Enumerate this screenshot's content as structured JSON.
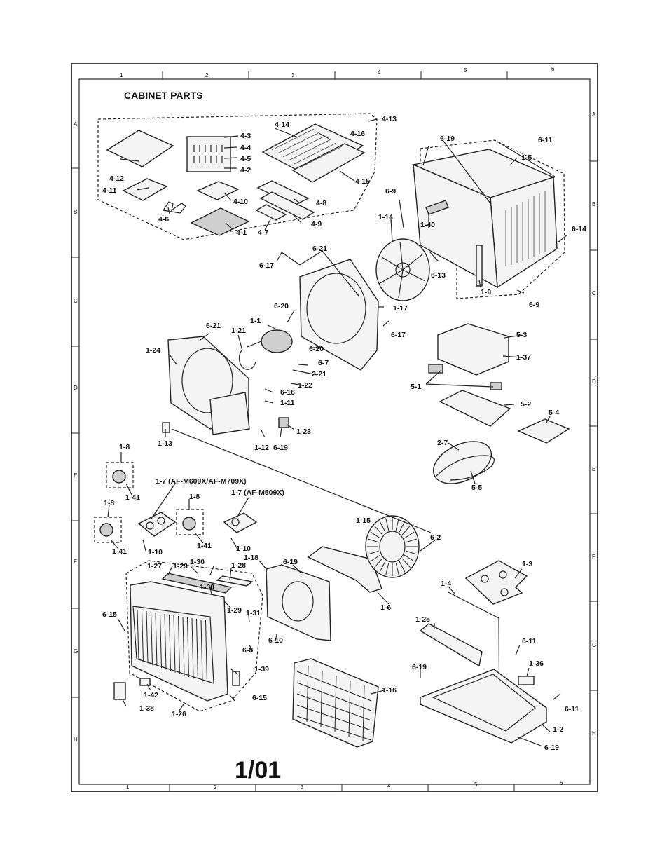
{
  "title": "CABINET PARTS",
  "page_stamp": "1/01",
  "border_columns": [
    "1",
    "2",
    "3",
    "4",
    "5",
    "6"
  ],
  "border_rows": [
    "A",
    "B",
    "C",
    "D",
    "E",
    "F",
    "G",
    "H"
  ],
  "model_labels": {
    "front_panel_m609": "1-7 (AF-M609X/AF-M709X)",
    "front_panel_m509": "1-7 (AF-M509X)"
  },
  "callouts": {
    "accessory_kit": [
      "4-13",
      "4-14",
      "4-16",
      "4-3",
      "4-4",
      "4-5",
      "4-2",
      "4-12",
      "4-11",
      "4-15",
      "4-10",
      "4-8",
      "4-6",
      "4-9",
      "4-1",
      "4-7"
    ],
    "cabinet": [
      "6-19",
      "6-11",
      "1-5",
      "6-9",
      "1-14",
      "1-40",
      "6-14",
      "6-13",
      "1-9",
      "6-9"
    ],
    "blower": [
      "6-17",
      "6-21",
      "6-20",
      "1-1",
      "1-17",
      "6-17",
      "6-21",
      "1-21",
      "1-24",
      "6-20",
      "6-7",
      "2-21",
      "1-22",
      "6-16",
      "1-11",
      "1-13",
      "1-12",
      "6-19",
      "1-23"
    ],
    "electrical": [
      "5-3",
      "1-37",
      "5-1",
      "5-2",
      "5-4",
      "2-7",
      "5-5"
    ],
    "controls": [
      "1-8",
      "1-41",
      "1-8",
      "1-41",
      "1-10",
      "1-8",
      "1-41",
      "1-10"
    ],
    "front_grille": [
      "1-27",
      "1-29",
      "1-30",
      "1-28",
      "1-30",
      "1-29",
      "1-31",
      "6-15",
      "6-8",
      "1-39",
      "1-42",
      "6-15",
      "1-38",
      "1-26"
    ],
    "air_path": [
      "1-18",
      "6-19",
      "1-15",
      "6-2",
      "1-6",
      "6-10",
      "1-16"
    ],
    "base": [
      "1-3",
      "1-4",
      "1-25",
      "6-11",
      "6-19",
      "1-36",
      "6-11",
      "1-2",
      "6-19"
    ]
  }
}
